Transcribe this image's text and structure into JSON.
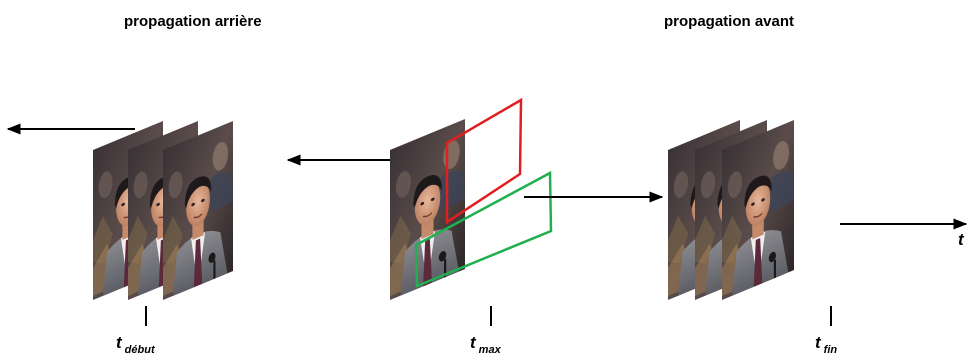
{
  "headings": {
    "backward": "propagation arrière",
    "forward": "propagation avant"
  },
  "time_labels": [
    {
      "main": "t",
      "sub": "début"
    },
    {
      "main": "t",
      "sub": "max"
    },
    {
      "main": "t",
      "sub": "fin"
    }
  ],
  "axis_label": "t",
  "colors": {
    "face_box": "#e02020",
    "torso_box": "#20b050",
    "arrow": "#000000"
  },
  "frame_stacks": [
    {
      "name": "backward-stack",
      "frame_count": 3
    },
    {
      "name": "key-frame",
      "frame_count": 1
    },
    {
      "name": "forward-stack",
      "frame_count": 3
    }
  ]
}
